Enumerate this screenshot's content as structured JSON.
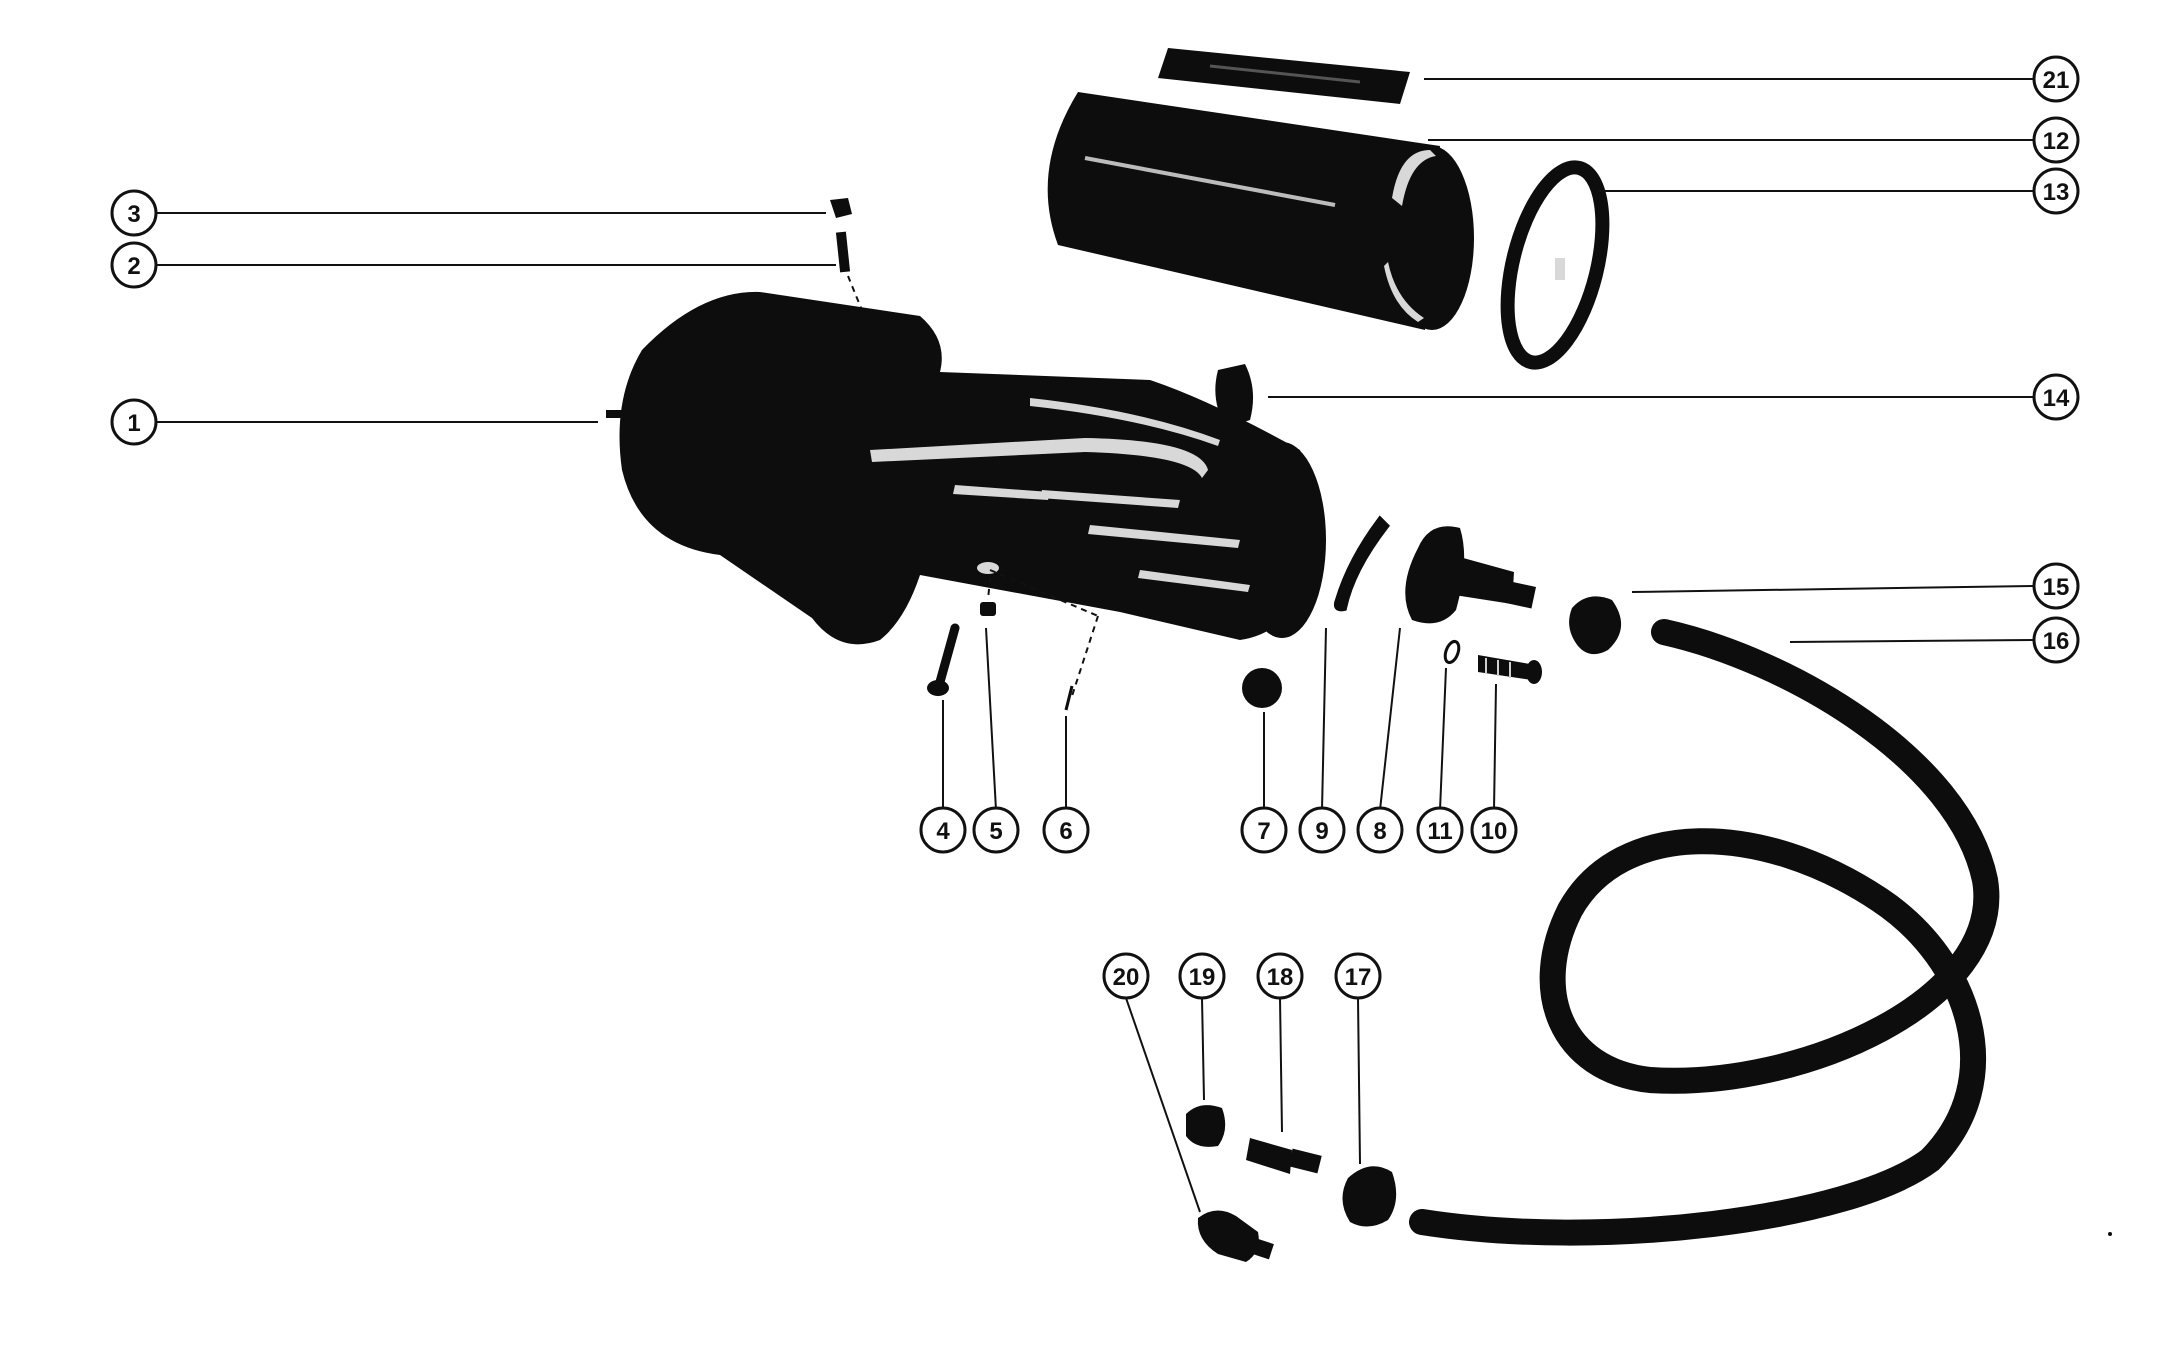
{
  "colors": {
    "ink": "#0d0d0d",
    "paper": "#ffffff",
    "highlight": "#d8d8d8"
  },
  "callouts": [
    {
      "id": "c1",
      "label": "1"
    },
    {
      "id": "c2",
      "label": "2"
    },
    {
      "id": "c3",
      "label": "3"
    },
    {
      "id": "c4",
      "label": "4"
    },
    {
      "id": "c5",
      "label": "5"
    },
    {
      "id": "c6",
      "label": "6"
    },
    {
      "id": "c7",
      "label": "7"
    },
    {
      "id": "c8",
      "label": "8"
    },
    {
      "id": "c9",
      "label": "9"
    },
    {
      "id": "c10",
      "label": "10"
    },
    {
      "id": "c11",
      "label": "11"
    },
    {
      "id": "c12",
      "label": "12"
    },
    {
      "id": "c13",
      "label": "13"
    },
    {
      "id": "c14",
      "label": "14"
    },
    {
      "id": "c15",
      "label": "15"
    },
    {
      "id": "c16",
      "label": "16"
    },
    {
      "id": "c17",
      "label": "17"
    },
    {
      "id": "c18",
      "label": "18"
    },
    {
      "id": "c19",
      "label": "19"
    },
    {
      "id": "c20",
      "label": "20"
    },
    {
      "id": "c21",
      "label": "21"
    }
  ]
}
